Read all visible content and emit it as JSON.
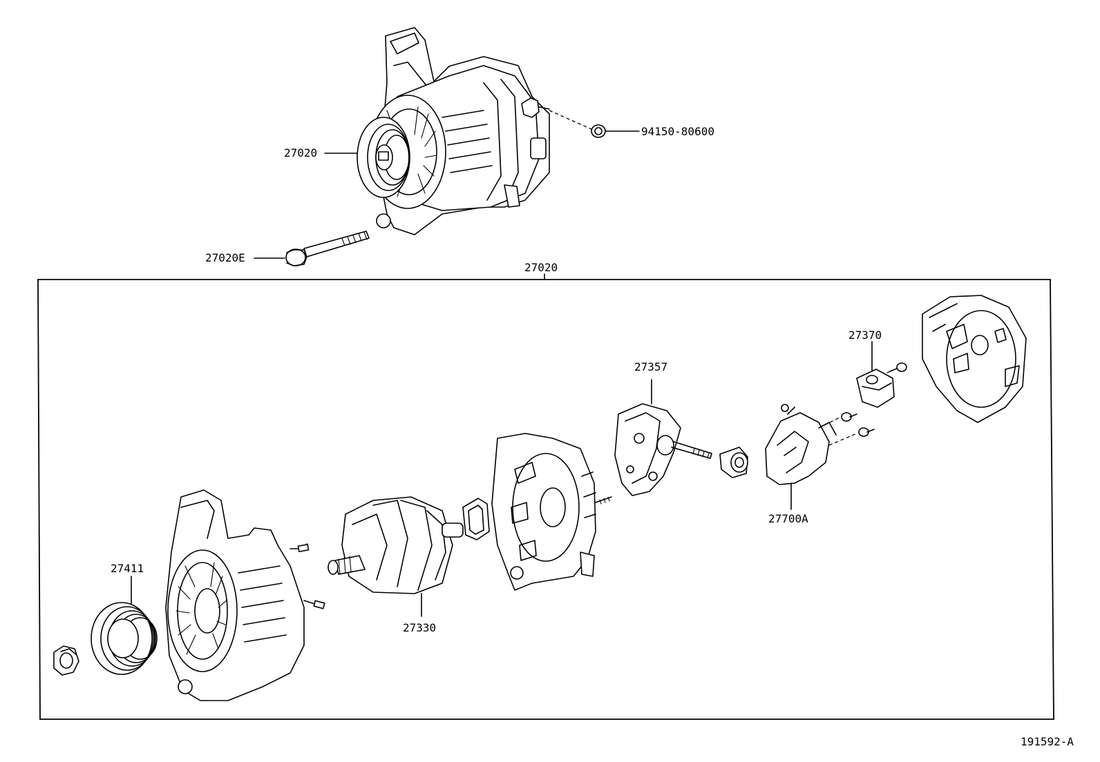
{
  "labels": {
    "alternator_assy": "27020",
    "nut_terminal": "94150-80600",
    "bolt": "27020E",
    "alternator_kit": "27020",
    "pulley": "27411",
    "rotor": "27330",
    "rectifier": "27357",
    "brush_holder": "27370",
    "regulator": "27700A",
    "diagram_id": "191592-A"
  }
}
